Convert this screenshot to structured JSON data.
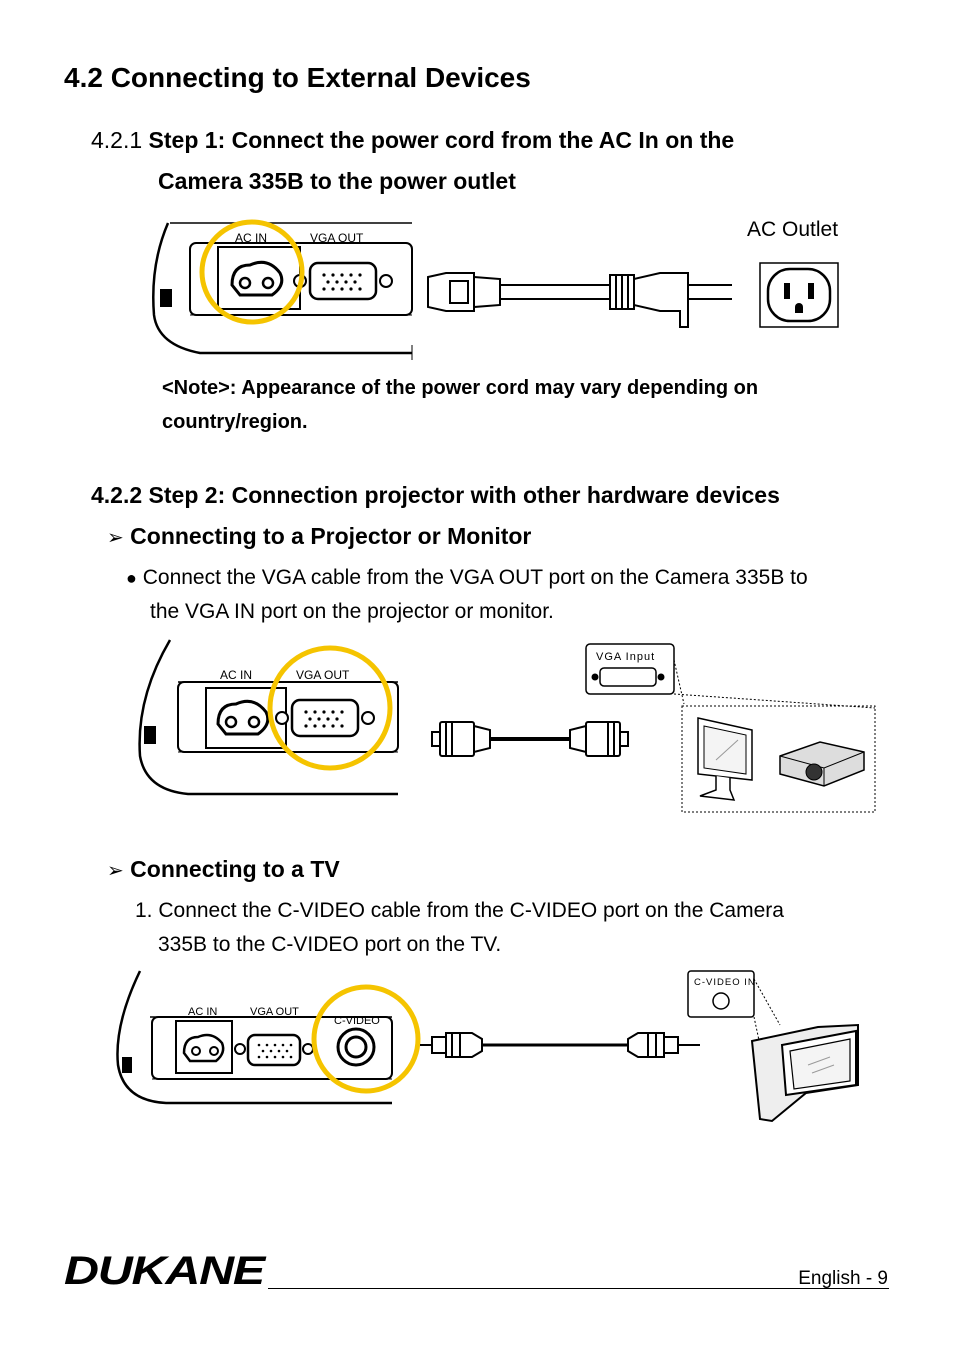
{
  "heading": "4.2 Connecting to External Devices",
  "step1": {
    "number": "4.2.1",
    "title_line1": "Step 1: Connect the power cord from the AC In on the",
    "title_line2": "Camera 335B to the power outlet",
    "ac_outlet_label": "AC Outlet",
    "port_ac_in": "AC IN",
    "port_vga_out": "VGA OUT",
    "note": "<Note>: Appearance of the power cord may vary depending on country/region."
  },
  "step2": {
    "number": "4.2.2",
    "title": "Step 2: Connection projector with other hardware devices",
    "projector": {
      "arrow": "➢",
      "heading": "Connecting to a Projector or Monitor",
      "bullet": "●",
      "text_line1": "Connect the VGA cable from the VGA OUT port on the Camera 335B to",
      "text_line2": "the VGA IN port on the projector or monitor.",
      "port_ac_in": "AC IN",
      "port_vga_out": "VGA OUT",
      "vga_input_label": "VGA Input"
    },
    "tv": {
      "arrow": "➢",
      "heading": "Connecting to a TV",
      "text_line1": "1. Connect the C-VIDEO cable from the C-VIDEO port on the Camera",
      "text_line2": "335B to the C-VIDEO port on the TV.",
      "port_ac_in": "AC IN",
      "port_vga_out": "VGA OUT",
      "port_cvideo": "C-VIDEO",
      "cvideo_in_label": "C-VIDEO IN"
    }
  },
  "footer": {
    "brand": "DUKANE",
    "page_label": "English - 9"
  },
  "colors": {
    "highlight_circle": "#f5c400",
    "text": "#000000"
  }
}
